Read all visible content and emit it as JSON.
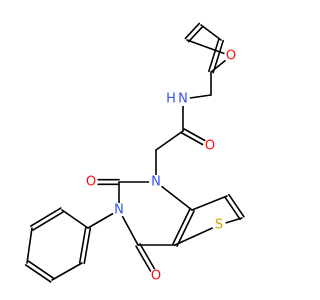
{
  "molecule": {
    "atoms": [
      {
        "id": "o_furan",
        "label": "O",
        "color": "#ff0d0d"
      },
      {
        "id": "n_amide",
        "label": "N",
        "color": "#3050f8"
      },
      {
        "id": "h_amide",
        "label": "H",
        "color": "#3050f8"
      },
      {
        "id": "o_amide",
        "label": "O",
        "color": "#ff0d0d"
      },
      {
        "id": "n1",
        "label": "N",
        "color": "#3050f8"
      },
      {
        "id": "o_c2",
        "label": "O",
        "color": "#ff0d0d"
      },
      {
        "id": "n3",
        "label": "N",
        "color": "#3050f8"
      },
      {
        "id": "s_thio",
        "label": "S",
        "color": "#c8a800"
      },
      {
        "id": "o_c4",
        "label": "O",
        "color": "#ff0d0d"
      }
    ]
  }
}
